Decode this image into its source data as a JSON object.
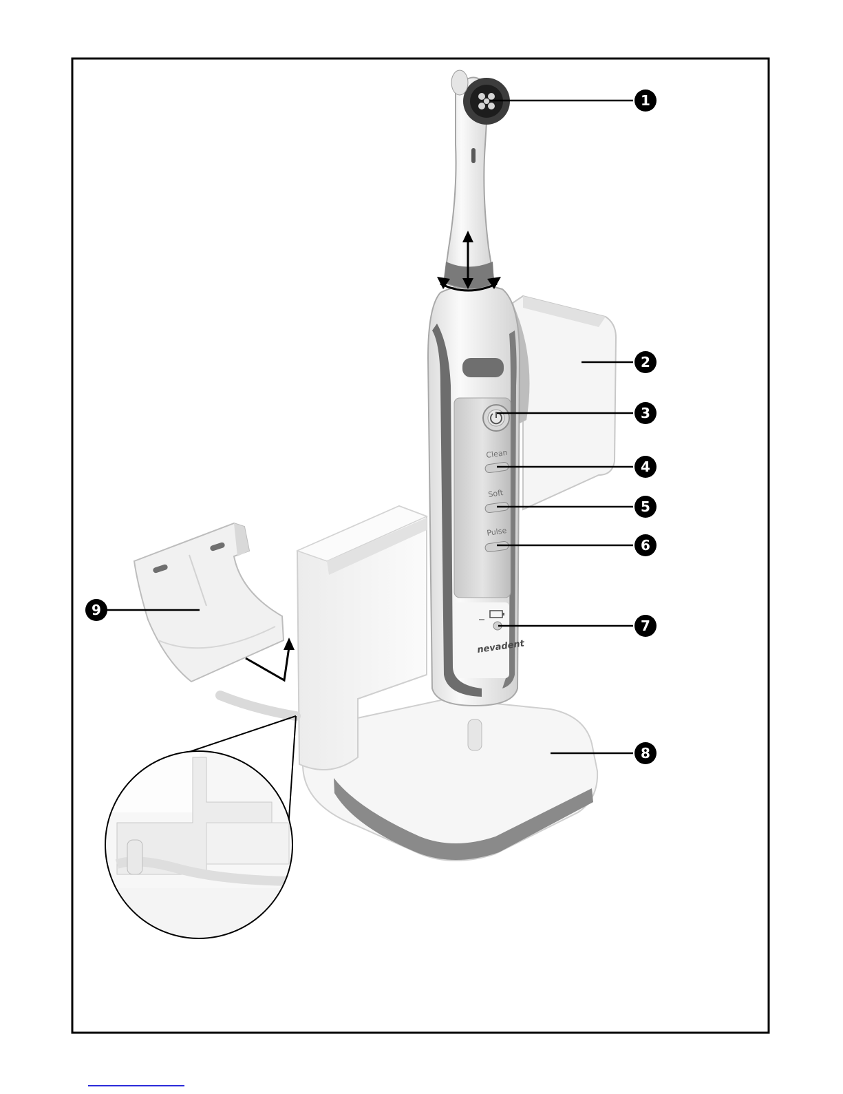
{
  "diagram": {
    "brand": "nevadent",
    "buttons": [
      "Clean",
      "Soft",
      "Pulse"
    ],
    "callouts": [
      "1",
      "2",
      "3",
      "4",
      "5",
      "6",
      "7",
      "8",
      "9"
    ]
  },
  "colors": {
    "frame": "#000000",
    "callout_fill": "#000000",
    "callout_text": "#ffffff",
    "body_white": "#f3f3f3",
    "accent_gray": "#7d7d7d",
    "footer_link": "#2b2bd9"
  }
}
